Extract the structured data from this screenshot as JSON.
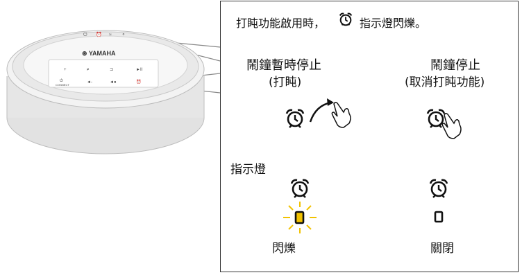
{
  "header": {
    "text_before": "打盹功能啟用時，",
    "text_after": "指示燈閃爍。",
    "icon": "alarm-clock-icon"
  },
  "columns": [
    {
      "title_line1": "鬧鐘暫時停止",
      "title_line2": "(打盹)",
      "gesture": "tap-hand-icon"
    },
    {
      "title_line1": "鬧鐘停止",
      "title_line2": "(取消打盹功能)",
      "gesture": "press-hold-hand-icon"
    }
  ],
  "indicator_section": {
    "label": "指示燈",
    "states": [
      {
        "label": "閃爍",
        "lit": true,
        "color": "#f2c200"
      },
      {
        "label": "關閉",
        "lit": false,
        "color": "#ffffff"
      }
    ]
  },
  "device": {
    "brand": "YAMAHA",
    "button_labels_row1": [
      "+",
      "≠",
      "⊐",
      "►II"
    ],
    "button_labels_row2": [
      "CONNECT",
      "◄-",
      "◄●",
      "⏰"
    ]
  }
}
